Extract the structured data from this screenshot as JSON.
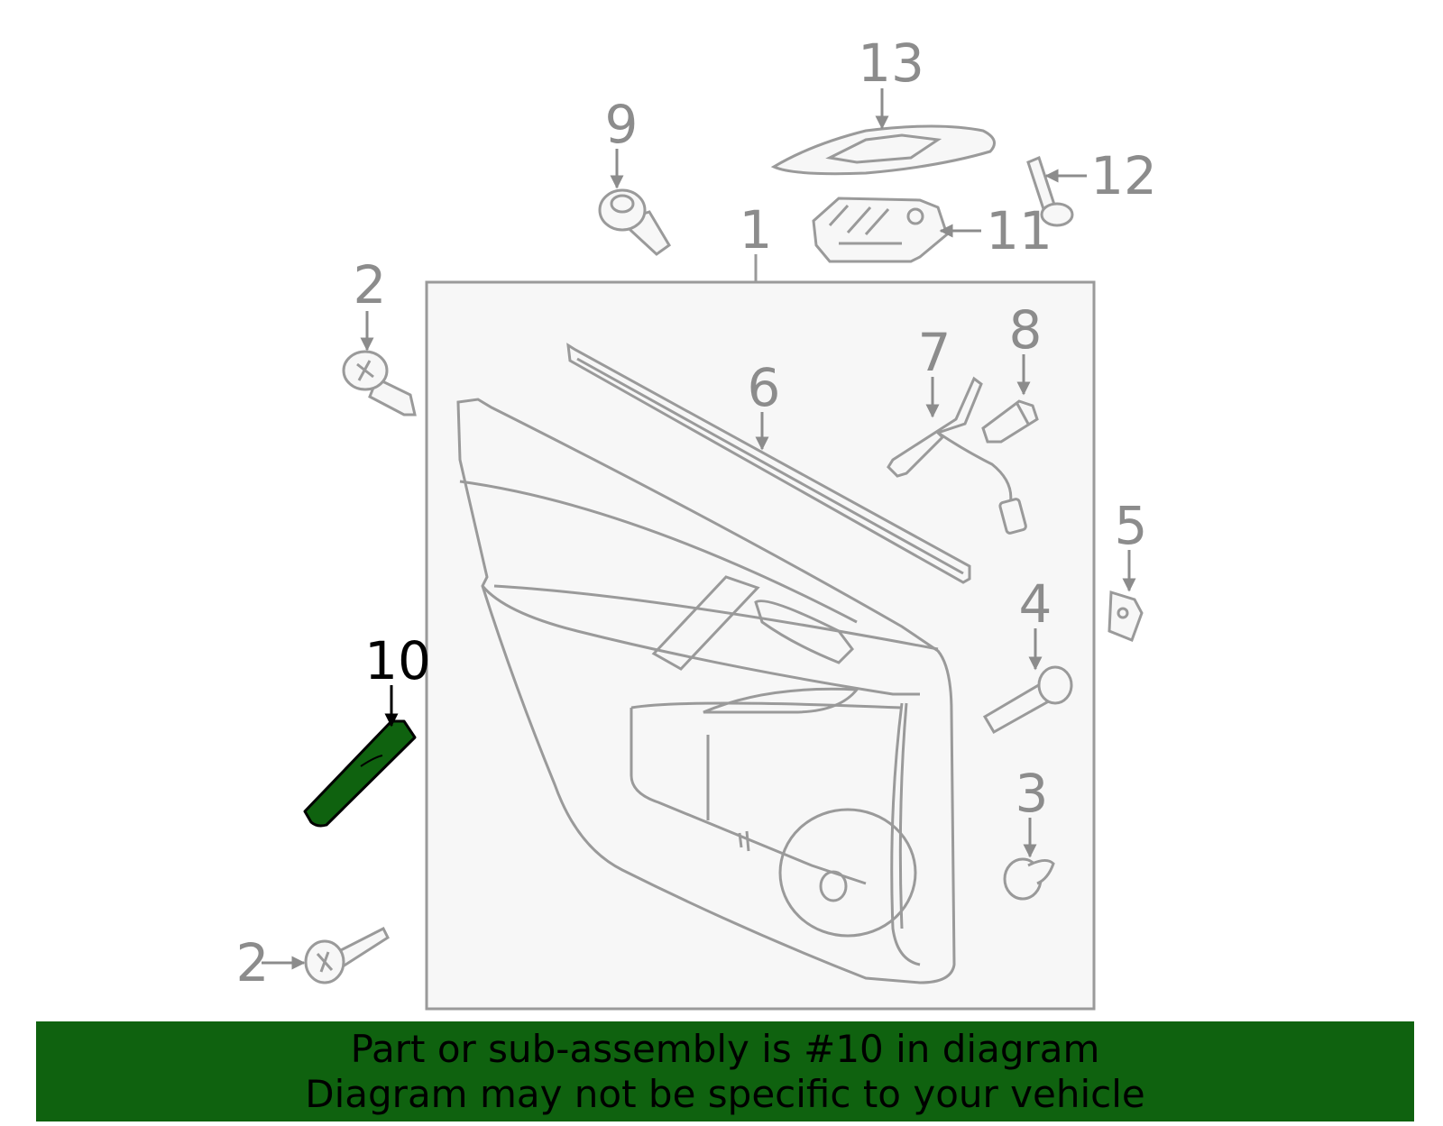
{
  "diagram": {
    "callouts": {
      "p1": "1",
      "p2a": "2",
      "p2b": "2",
      "p3": "3",
      "p4": "4",
      "p5": "5",
      "p6": "6",
      "p7": "7",
      "p8": "8",
      "p9": "9",
      "p10": "10",
      "p11": "11",
      "p12": "12",
      "p13": "13"
    },
    "highlighted_part": "10"
  },
  "banner": {
    "line1": "Part or sub-assembly is #10 in diagram",
    "line2": "Diagram may not be specific to your vehicle"
  },
  "colors": {
    "highlight": "#0f620f",
    "banner_bg": "#0f620f",
    "line": "#9a9a9a",
    "panel_bg": "#f7f7f7"
  }
}
